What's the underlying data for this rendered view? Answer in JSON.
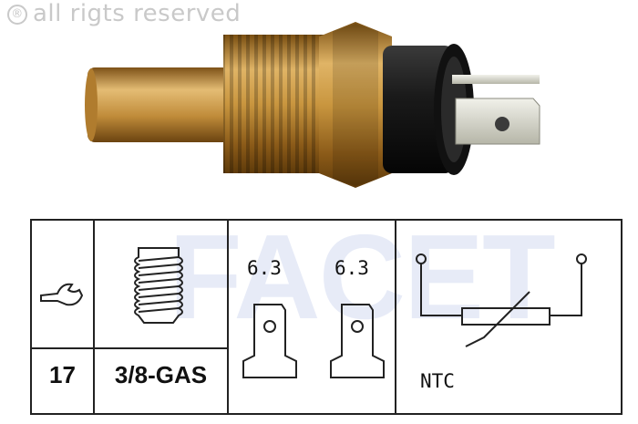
{
  "copyright": {
    "symbol": "®",
    "text": "all rigts reserved"
  },
  "watermark": "FACET",
  "specs": {
    "wrench_size": "17",
    "thread": "3/8-GAS",
    "terminal_1": "6.3",
    "terminal_2": "6.3",
    "sensor_type": "NTC"
  },
  "icons": [
    "wrench-icon",
    "thread-icon",
    "flat-terminal-icon",
    "ntc-thermistor-icon"
  ],
  "colors": {
    "brass": "#c9963f",
    "grid": "#222222",
    "watermark": "#4664be"
  }
}
